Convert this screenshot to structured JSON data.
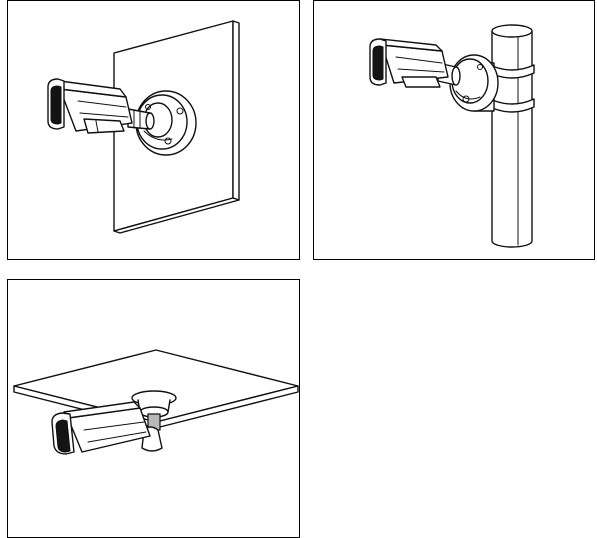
{
  "figure": {
    "panels": [
      {
        "name": "wall-mount-panel",
        "scene": "wall"
      },
      {
        "name": "pole-mount-panel",
        "scene": "pole"
      },
      {
        "name": "ceiling-mount-panel",
        "scene": "ceiling"
      }
    ]
  }
}
